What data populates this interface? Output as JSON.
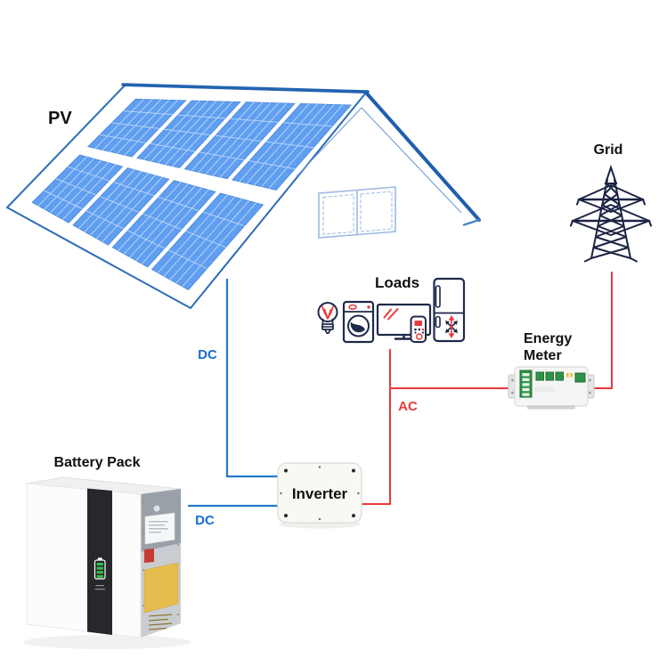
{
  "diagram": {
    "labels": {
      "pv": "PV",
      "grid": "Grid",
      "loads": "Loads",
      "energy_meter": "Energy\nMeter",
      "inverter": "Inverter",
      "battery_pack": "Battery Pack",
      "dc_pv": "DC",
      "dc_battery": "DC",
      "ac": "AC"
    },
    "components": [
      {
        "name": "pv-array",
        "label": "PV",
        "icon": "solar-roof-icon"
      },
      {
        "name": "grid",
        "label": "Grid",
        "icon": "transmission-tower-icon"
      },
      {
        "name": "loads",
        "label": "Loads",
        "icons": [
          "light-bulb-icon",
          "washing-machine-icon",
          "tv-icon",
          "remote-control-icon",
          "refrigerator-icon"
        ]
      },
      {
        "name": "energy-meter",
        "label": "Energy Meter",
        "icon": "energy-meter-icon"
      },
      {
        "name": "inverter",
        "label": "Inverter",
        "icon": "inverter-box-icon"
      },
      {
        "name": "battery-pack",
        "label": "Battery Pack",
        "icon": "wall-battery-icon"
      }
    ],
    "connections": [
      {
        "from": "pv-array",
        "to": "inverter",
        "type": "DC"
      },
      {
        "from": "battery-pack",
        "to": "inverter",
        "type": "DC"
      },
      {
        "from": "inverter",
        "to": "loads",
        "type": "AC"
      },
      {
        "from": "inverter",
        "to": "energy-meter",
        "type": "AC"
      },
      {
        "from": "energy-meter",
        "to": "grid",
        "type": "AC"
      }
    ],
    "colors": {
      "dc_blue": "#2478cc",
      "dc_text_blue": "#1a6cc8",
      "ac_red": "#e8393b",
      "icon_navy": "#1e2a4a",
      "tower_navy": "#1b2444",
      "panel_blue": "#5f9ef0",
      "panel_cell_line": "#b9d3f7",
      "roof_frame_blue": "#1d5fae",
      "window_blue": "#9db9e2",
      "label_black": "#111111",
      "meter_green": "#2f9147",
      "battery_stripe": "#26282c",
      "battery_indicator_green": "#35c24a",
      "battery_label_yellow": "#e6bc4e",
      "background": "#ffffff"
    }
  }
}
